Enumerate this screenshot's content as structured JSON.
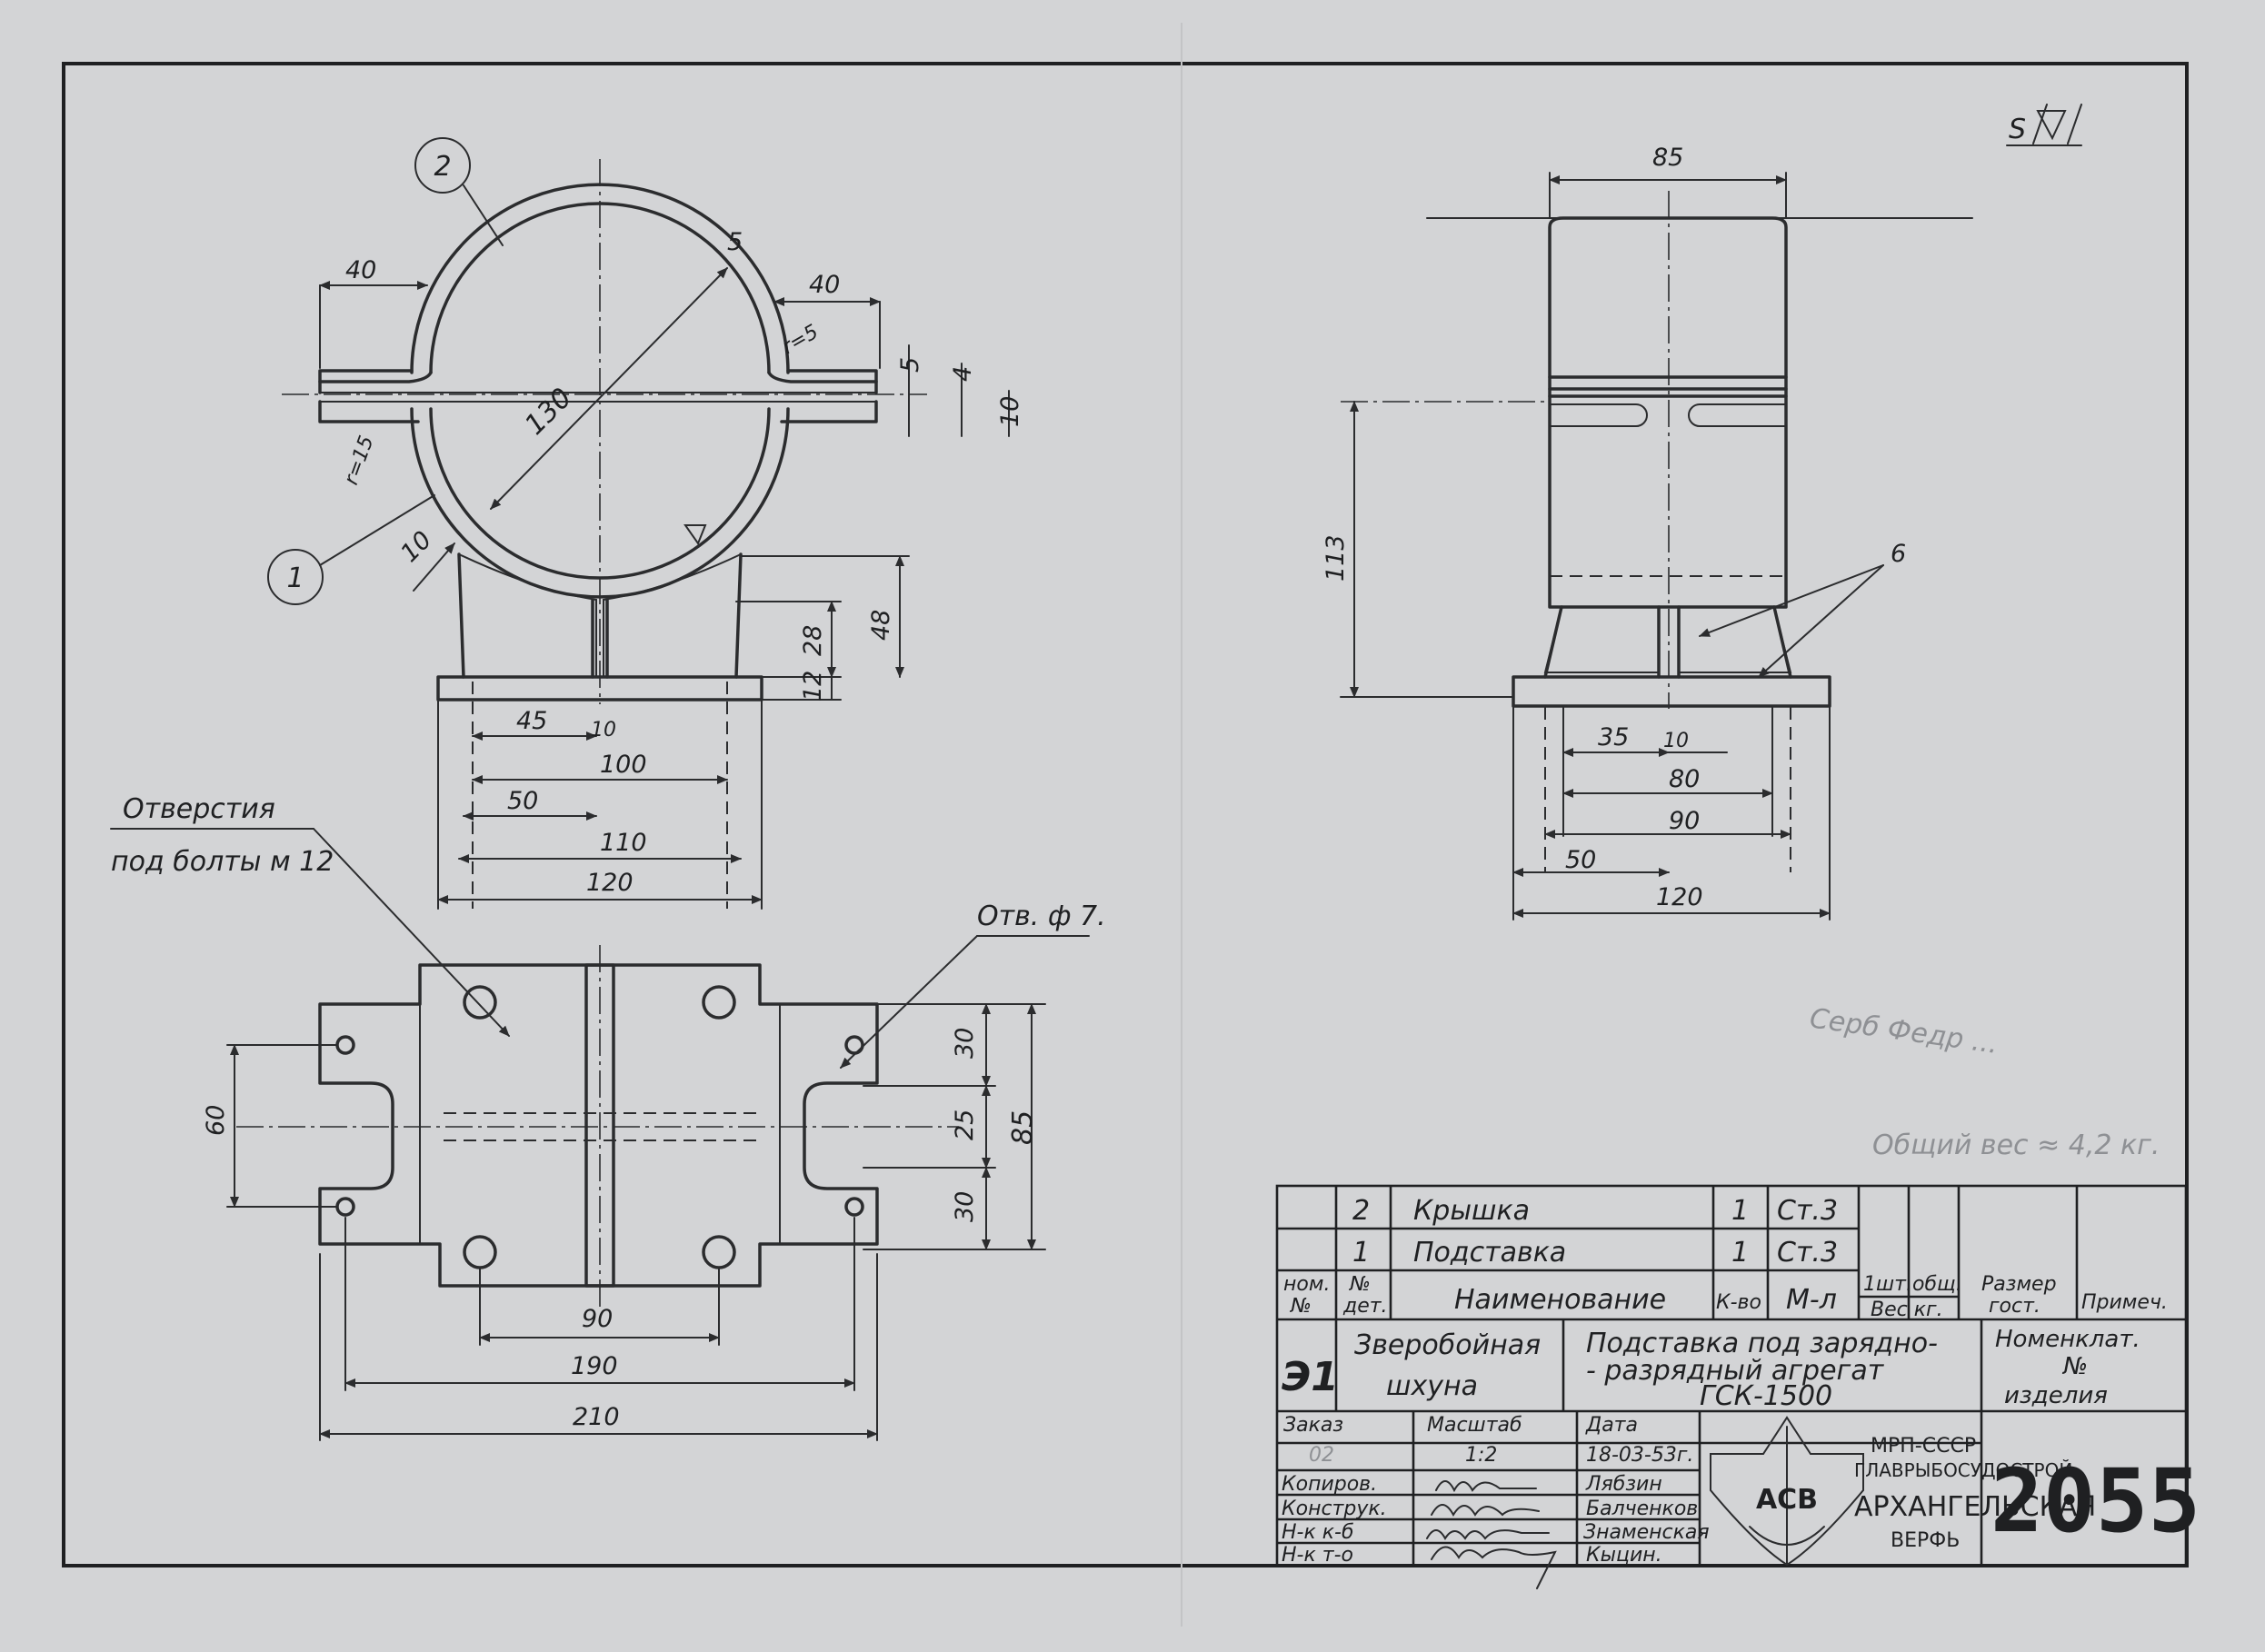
{
  "surface_mark": "S",
  "front_view": {
    "callouts": [
      "2",
      "1"
    ],
    "dims": {
      "left_flange": "40",
      "right_flange": "40",
      "radius_5": "5",
      "r5": "r=5",
      "r15": "r=15",
      "t5": "5",
      "t4": "4",
      "t10": "10",
      "diameter": "130",
      "wall": "10",
      "h48": "48",
      "h28": "28",
      "h12": "12",
      "w45": "45",
      "w10": "10",
      "w100": "100",
      "w50": "50",
      "w110": "110",
      "w120": "120"
    }
  },
  "side_view": {
    "dims": {
      "top85": "85",
      "h113": "113",
      "weld_note": "6",
      "w35": "35",
      "w10": "10",
      "w80": "80",
      "w90": "90",
      "w50": "50",
      "w120": "120"
    }
  },
  "plan_view": {
    "note_holes": [
      "Отверстия",
      "под болты м 12"
    ],
    "note_hole7": "Отв. ф 7.",
    "dims": {
      "h60": "60",
      "h30a": "30",
      "h25": "25",
      "h30b": "30",
      "h85": "85",
      "w90": "90",
      "w190": "190",
      "w210": "210"
    }
  },
  "notes": {
    "pencil_1": "Серб Федр ...",
    "weight": "Общий вес ≈ 4,2 кг."
  },
  "title_block": {
    "parts": [
      {
        "num": "2",
        "name": "Крышка",
        "qty": "1",
        "material": "Ст.3"
      },
      {
        "num": "1",
        "name": "Подставка",
        "qty": "1",
        "material": "Ст.3"
      }
    ],
    "headers": {
      "nom": "ном.",
      "nom2": "№",
      "det": "№",
      "det2": "дет.",
      "name": "Наименование",
      "qty": "К-во",
      "material": "М-л",
      "wt1": "1шт.",
      "wt2": "общ.",
      "weight": "Вес кг.",
      "size": "Размер",
      "size2": "гост.",
      "remark": "Примеч."
    },
    "project_code": "Э1",
    "vessel": [
      "Зверобойная",
      "шхуна"
    ],
    "title": [
      "Подставка под зарядно-",
      "- разрядный агрегат",
      "ГСК-1500"
    ],
    "nomenclature": [
      "Номенклат.",
      "№",
      "изделия"
    ],
    "order_label": "Заказ",
    "order_value": "02",
    "scale_label": "Масштаб",
    "scale_value": "1:2",
    "date_label": "Дата",
    "date_value": "18-03-53г.",
    "roles": [
      {
        "role": "Копиров.",
        "name": "Лябзин"
      },
      {
        "role": "Конструк.",
        "name": "Балченков"
      },
      {
        "role": "Н-к к-б",
        "name": "Знаменская"
      },
      {
        "role": "Н-к т-о",
        "name": "Кыцин."
      }
    ],
    "org": [
      "МРП-СССР",
      "ГЛАВРЫБОСУДОСТРОЙ",
      "АРХАНГЕЛЬСКАЯ",
      "ВЕРФЬ"
    ],
    "logo_letters": "АСВ",
    "drawing_number": "2055"
  }
}
